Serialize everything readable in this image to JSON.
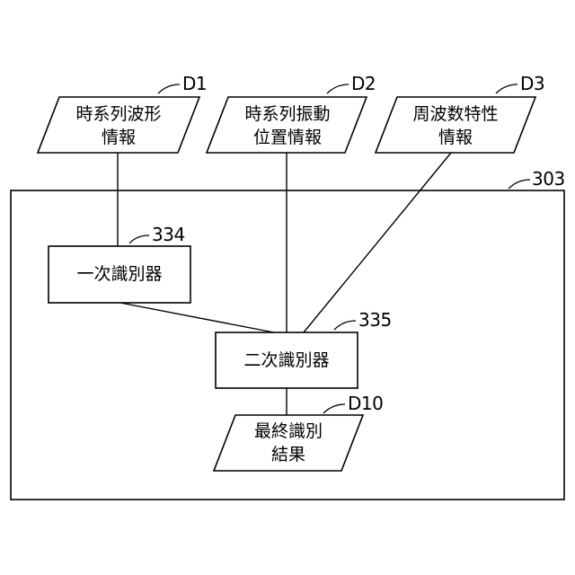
{
  "inputs": {
    "d1": {
      "ref": "D1",
      "line1": "時系列波形",
      "line2": "情報"
    },
    "d2": {
      "ref": "D2",
      "line1": "時系列振動",
      "line2": "位置情報"
    },
    "d3": {
      "ref": "D3",
      "line1": "周波数特性",
      "line2": "情報"
    }
  },
  "device": {
    "ref": "303"
  },
  "primary": {
    "ref": "334",
    "label": "一次識別器"
  },
  "secondary": {
    "ref": "335",
    "label": "二次識別器"
  },
  "output": {
    "ref": "D10",
    "line1": "最終識別",
    "line2": "結果"
  }
}
